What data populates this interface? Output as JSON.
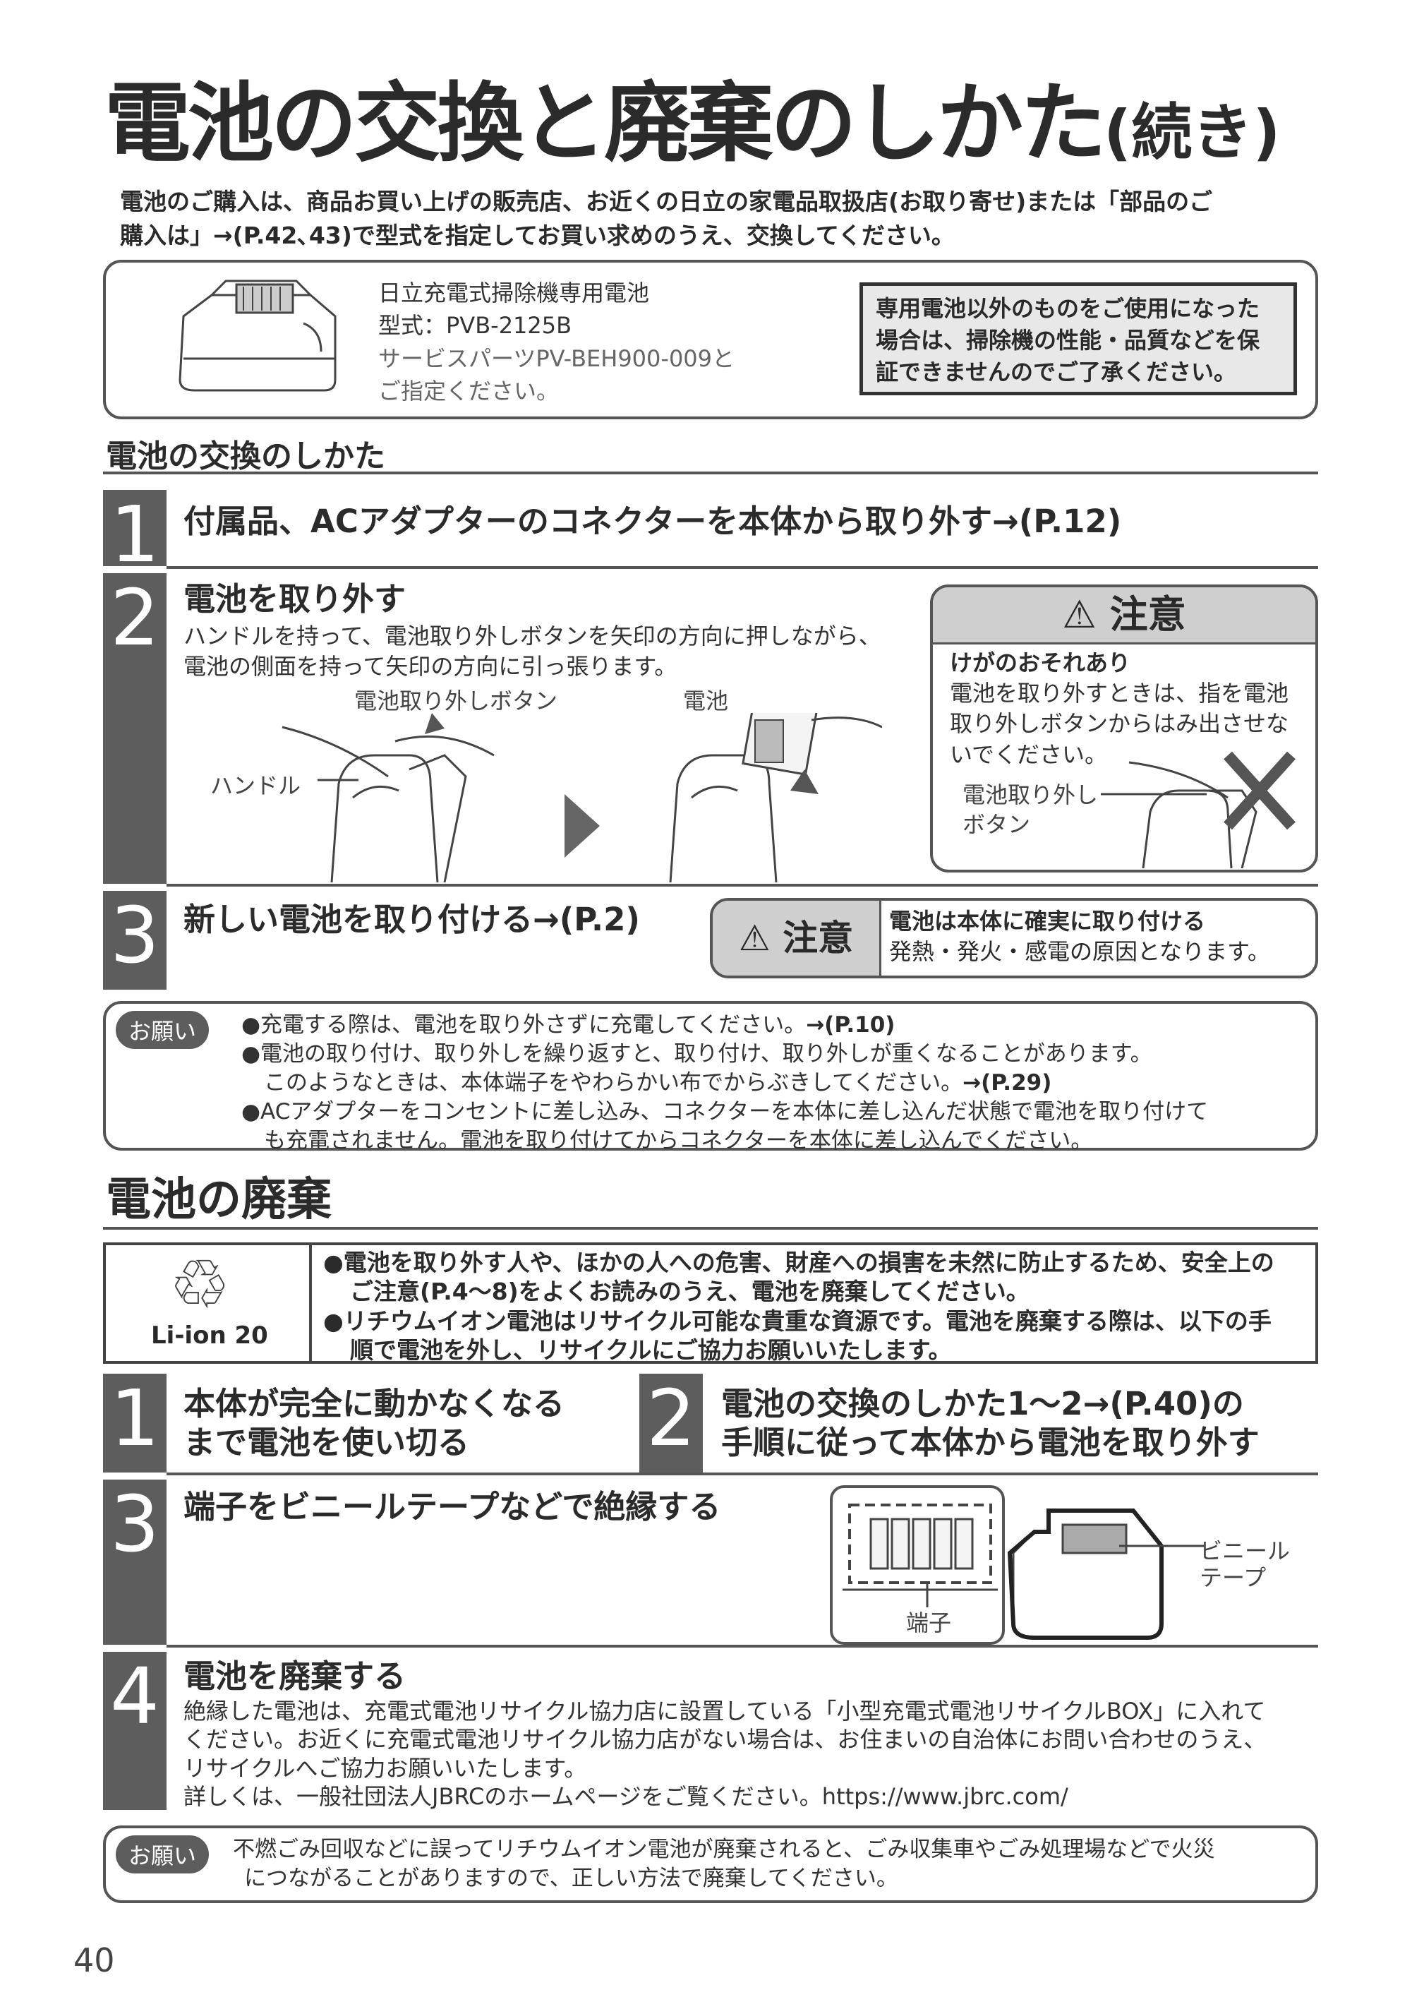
{
  "title": {
    "main": "電池の交換と廃棄のしかた",
    "suffix": "(続き)"
  },
  "intro": {
    "line1": "電池のご購入は、商品お買い上げの販売店、お近くの日立の家電品取扱店(お取り寄せ)または「部品のご",
    "line2": "購入は」→(P.42､43)で型式を指定してお買い求めのうえ、交換してください。"
  },
  "product": {
    "name": "日立充電式掃除機専用電池",
    "model": "型式：PVB-2125B",
    "parts1": "サービスパーツPV-BEH900-009と",
    "parts2": "ご指定ください。"
  },
  "warning": {
    "line1": "専用電池以外のものをご使用になった",
    "line2": "場合は、掃除機の性能・品質などを保",
    "line3": "証できませんのでご了承ください。"
  },
  "replace": {
    "heading": "電池の交換のしかた",
    "step1": {
      "num": "1",
      "title": "付属品、ACアダプターのコネクターを本体から取り外す→(P.12)"
    },
    "step2": {
      "num": "2",
      "title": "電池を取り外す",
      "line1": "ハンドルを持って、電池取り外しボタンを矢印の方向に押しながら、",
      "line2": "電池の側面を持って矢印の方向に引っ張ります。",
      "label_button": "電池取り外しボタン",
      "label_battery": "電池",
      "label_handle": "ハンドル",
      "caution": {
        "head": "注意",
        "sub": "けがのおそれあり",
        "line1": "電池を取り外すときは、指を電池",
        "line2": "取り外しボタンからはみ出させな",
        "line3": "いでください。",
        "label1": "電池取り外し",
        "label2": "ボタン"
      }
    },
    "step3": {
      "num": "3",
      "title": "新しい電池を取り付ける→(P.2)",
      "caution_head": "注意",
      "caution_bold": "電池は本体に確実に取り付ける",
      "caution_text": "発熱・発火・感電の原因となります。"
    },
    "onegai": {
      "tag": "お願い",
      "item1": "●充電する際は、電池を取り外さずに充電してください。",
      "item1_ref": "→(P.10)",
      "item2a": "●電池の取り付け、取り外しを繰り返すと、取り付け、取り外しが重くなることがあります。",
      "item2b": "このようなときは、本体端子をやわらかい布でからぶきしてください。",
      "item2_ref": "→(P.29)",
      "item3a": "●ACアダプターをコンセントに差し込み、コネクターを本体に差し込んだ状態で電池を取り付けて",
      "item3b": "も充電されません。電池を取り付けてからコネクターを本体に差し込んでください。"
    }
  },
  "disposal": {
    "heading": "電池の廃棄",
    "recycle_label": "Li-ion 20",
    "info1a": "●電池を取り外す人や、ほかの人への危害、財産への損害を未然に防止するため、安全上の",
    "info1b": "ご注意(P.4～8)をよくお読みのうえ、電池を廃棄してください。",
    "info2a": "●リチウムイオン電池はリサイクル可能な貴重な資源です。電池を廃棄する際は、以下の手",
    "info2b": "順で電池を外し、リサイクルにご協力お願いいたします。",
    "step1": {
      "num": "1",
      "line1": "本体が完全に動かなくなる",
      "line2": "まで電池を使い切る"
    },
    "step2": {
      "num": "2",
      "line1": "電池の交換のしかた1～2→(P.40)の",
      "line2": "手順に従って本体から電池を取り外す"
    },
    "step3": {
      "num": "3",
      "title": "端子をビニールテープなどで絶縁する",
      "label_terminal": "端子",
      "label_tape1": "ビニール",
      "label_tape2": "テープ"
    },
    "step4": {
      "num": "4",
      "title": "電池を廃棄する",
      "line1": "絶縁した電池は、充電式電池リサイクル協力店に設置している「小型充電式電池リサイクルBOX」に入れて",
      "line2": "ください。お近くに充電式電池リサイクル協力店がない場合は、お住まいの自治体にお問い合わせのうえ、",
      "line3": "リサイクルへご協力お願いいたします。",
      "line4": "詳しくは、一般社団法人JBRCのホームページをご覧ください。https://www.jbrc.com/"
    },
    "onegai": {
      "tag": "お願い",
      "line1": "不燃ごみ回収などに誤ってリチウムイオン電池が廃棄されると、ごみ収集車やごみ処理場などで火災",
      "line2": "につながることがありますので、正しい方法で廃棄してください。"
    }
  },
  "page_number": "40"
}
